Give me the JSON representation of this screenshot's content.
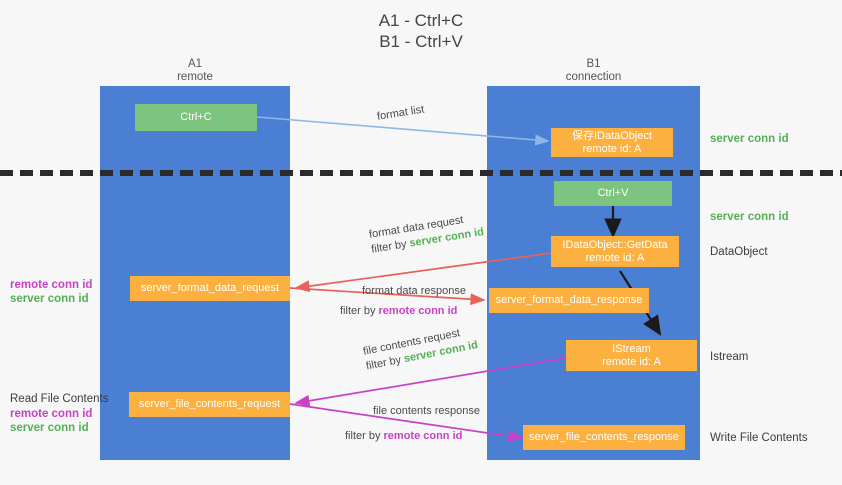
{
  "title": {
    "line1": "A1 - Ctrl+C",
    "line2": "B1 - Ctrl+V"
  },
  "lanes": [
    {
      "name": "A1",
      "sub": "remote"
    },
    {
      "name": "B1",
      "sub": "connection"
    }
  ],
  "nodes": {
    "ctrl_c": {
      "line1": "Ctrl+C",
      "line2": ""
    },
    "save_dataobject": {
      "line1": "保存IDataObject",
      "line2": "remote id: A"
    },
    "ctrl_v": {
      "line1": "Ctrl+V",
      "line2": ""
    },
    "getdata": {
      "line1": "IDataObject::GetData",
      "line2": "remote id: A"
    },
    "fmt_req": {
      "line1": "server_format_data_request",
      "line2": ""
    },
    "fmt_resp": {
      "line1": "server_format_data_response",
      "line2": ""
    },
    "istream": {
      "line1": "IStream",
      "line2": "remote id: A"
    },
    "file_req": {
      "line1": "server_file_contents_request",
      "line2": ""
    },
    "file_resp": {
      "line1": "server_file_contents_response",
      "line2": ""
    }
  },
  "right_notes": {
    "server_conn_id_1": "server conn id",
    "server_conn_id_2": "server conn id",
    "dataobject": "DataObject",
    "istream": "Istream",
    "write_file_contents": "Write File Contents"
  },
  "left_notes": {
    "remote_conn_id_1": "remote conn id",
    "server_conn_id_1": "server conn id",
    "read_file_contents": "Read File Contents",
    "remote_conn_id_2": "remote conn id",
    "server_conn_id_2": "server conn id"
  },
  "edges": {
    "format_list": {
      "label": "format list"
    },
    "format_data_request": {
      "label": "format data request",
      "filter_prefix": "filter by ",
      "filter_key": "server conn id"
    },
    "format_data_response": {
      "label": "format data response",
      "filter_prefix": "filter by ",
      "filter_key": "remote conn id"
    },
    "file_contents_request": {
      "label": "file contents request",
      "filter_prefix": "filter by ",
      "filter_key": "server conn id"
    },
    "file_contents_response": {
      "label": "file contents response",
      "filter_prefix": "filter by ",
      "filter_key": "remote conn id"
    }
  },
  "colors": {
    "lane": "#4a7fd4",
    "green_node": "#7cc47f",
    "orange_node": "#fbb040",
    "server_conn_id": "#54b054",
    "remote_conn_id": "#c742c7",
    "arrow_light_blue": "#8cb8e8",
    "arrow_red": "#e8615a",
    "arrow_magenta": "#c742c7",
    "arrow_black": "#1a1a1a",
    "divider": "#2b2b2b",
    "background": "#f7f7f7"
  }
}
